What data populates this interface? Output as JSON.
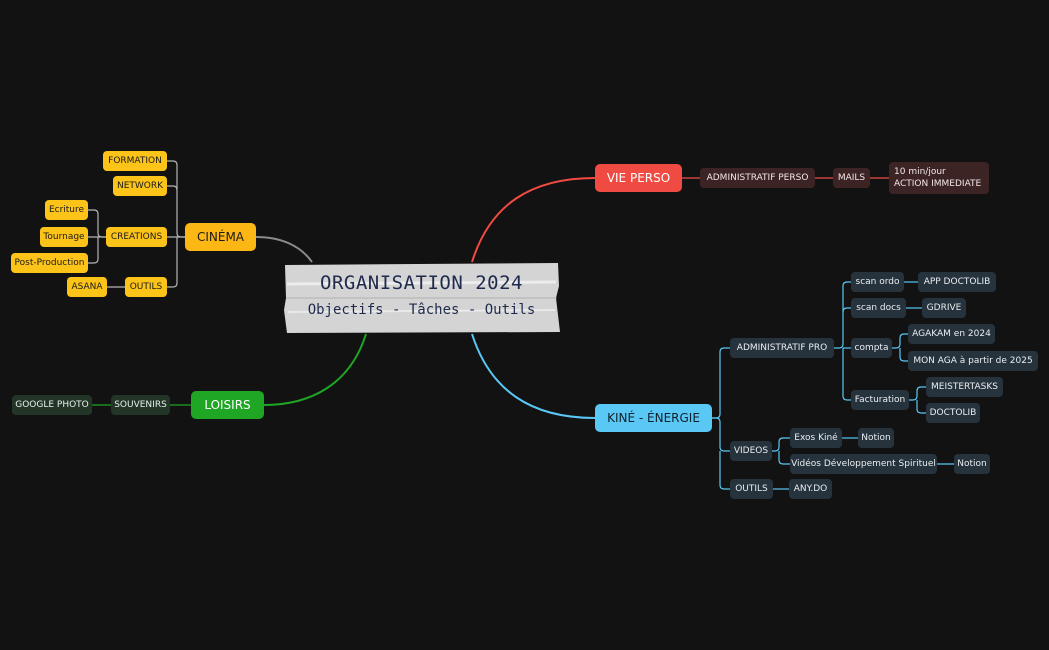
{
  "central": {
    "title": "ORGANISATION 2024",
    "subtitle": "Objectifs - Tâches - Outils"
  },
  "colors": {
    "background": "#121212",
    "vie_perso": "#f04b42",
    "kine": "#5ac8f5",
    "loisirs": "#1ea624",
    "cinema": "#fcb714",
    "cinema_link": "#8a8a8a"
  },
  "vie_perso": {
    "label": "VIE PERSO",
    "admin": "ADMINISTRATIF PERSO",
    "mails": "MAILS",
    "note_line1": "10 min/jour",
    "note_line2": "ACTION IMMEDIATE"
  },
  "kine": {
    "label": "KINÉ - ÉNERGIE",
    "admin_pro": "ADMINISTRATIF PRO",
    "scan_ordo": "scan ordo",
    "app_doctolib": "APP DOCTOLIB",
    "scan_docs": "scan docs",
    "gdrive": "GDRIVE",
    "compta": "compta",
    "agakam": "AGAKAM en 2024",
    "mon_aga": "MON AGA à partir de 2025",
    "facturation": "Facturation",
    "meistertasks": "MEISTERTASKS",
    "doctolib": "DOCTOLIB",
    "videos": "VIDEOS",
    "exos_kine": "Exos Kiné",
    "notion_1": "Notion",
    "videos_dev": "Vidéos Développement Spirituel",
    "notion_2": "Notion",
    "outils": "OUTILS",
    "any_do": "ANY.DO"
  },
  "cinema": {
    "label": "CINÉMA",
    "formation": "FORMATION",
    "network": "NETWORK",
    "creations": "CREATIONS",
    "ecriture": "Ecriture",
    "tournage": "Tournage",
    "post_production": "Post-Production",
    "outils": "OUTILS",
    "asana": "ASANA"
  },
  "loisirs": {
    "label": "LOISIRS",
    "souvenirs": "SOUVENIRS",
    "google_photo": "GOOGLE PHOTO"
  }
}
